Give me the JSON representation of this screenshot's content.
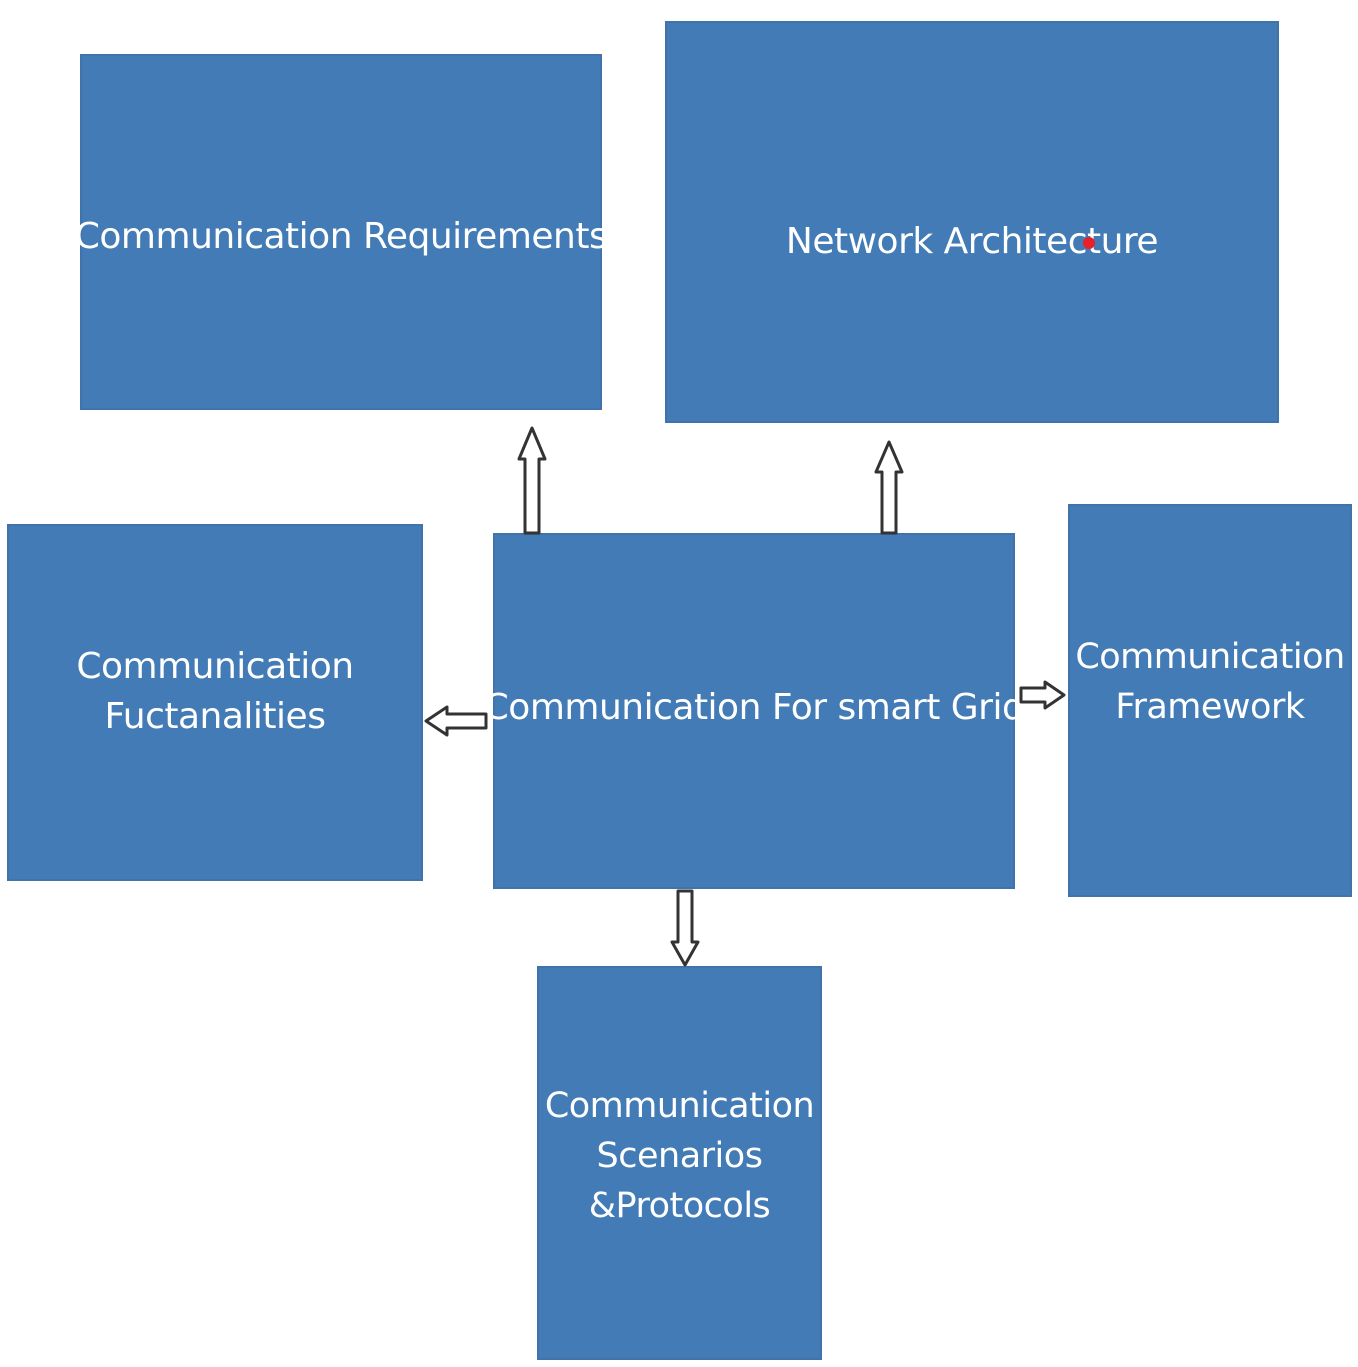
{
  "colors": {
    "box_fill": "#427bb6",
    "box_text": "#ffffff",
    "arrow_stroke": "#333333",
    "marker": "#e8202a"
  },
  "nodes": {
    "center": {
      "lines": [
        "Communication For smart Grid"
      ]
    },
    "requirements": {
      "lines": [
        "Communication Requirements"
      ]
    },
    "network": {
      "lines": [
        "Network Architecture"
      ]
    },
    "functionalities": {
      "lines": [
        "Communication",
        "Fuctanalities"
      ]
    },
    "framework": {
      "lines": [
        "Communication",
        "Framework"
      ]
    },
    "scenarios": {
      "lines": [
        "Communication",
        "Scenarios",
        "&Protocols"
      ]
    }
  },
  "edges": [
    {
      "from": "center",
      "to": "requirements",
      "direction": "up"
    },
    {
      "from": "center",
      "to": "network",
      "direction": "up"
    },
    {
      "from": "center",
      "to": "functionalities",
      "direction": "left"
    },
    {
      "from": "center",
      "to": "framework",
      "direction": "right"
    },
    {
      "from": "center",
      "to": "scenarios",
      "direction": "down"
    }
  ]
}
